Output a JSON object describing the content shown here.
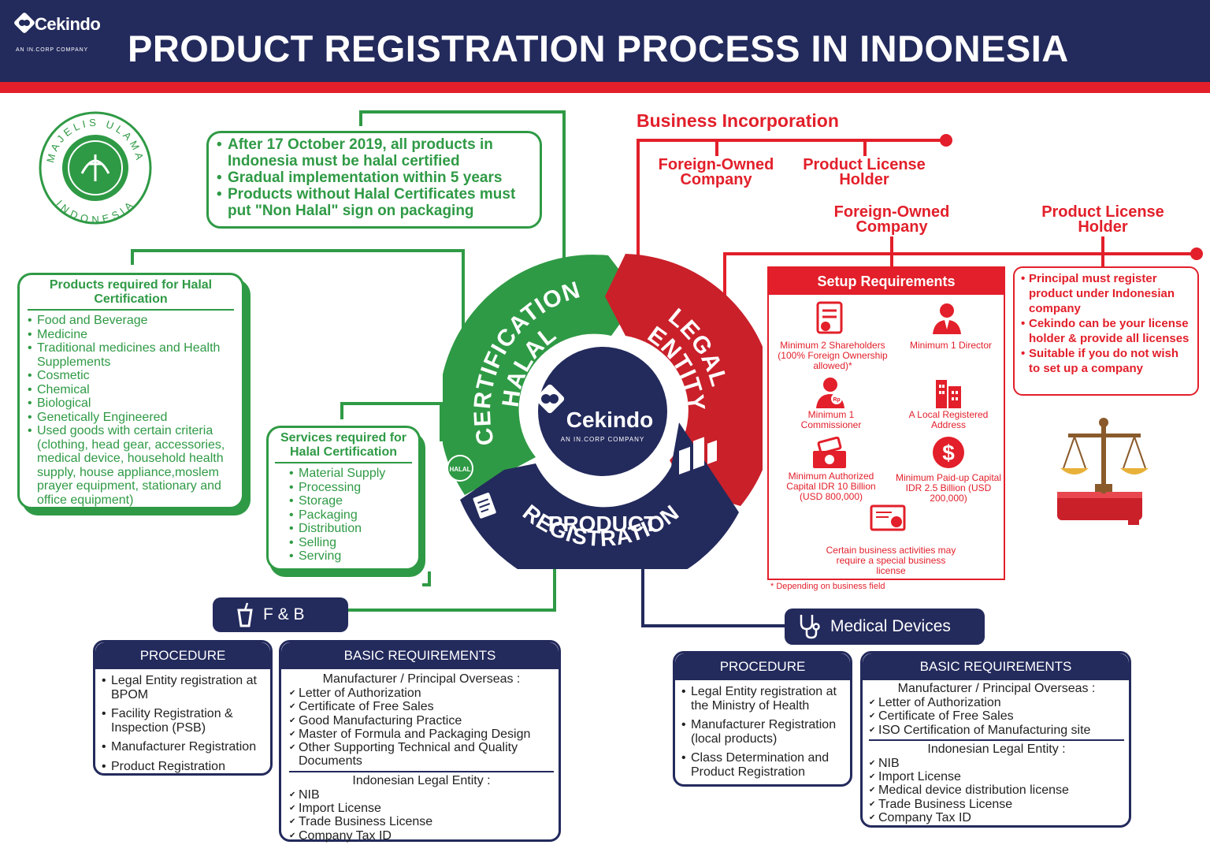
{
  "header": {
    "title": "PRODUCT REGISTRATION PROCESS IN INDONESIA",
    "logo_word": "Cekindo",
    "logo_sub": "AN IN.CORP COMPANY"
  },
  "mui_logo": {
    "top_text": "MAJELIS ULAMA",
    "bottom_text": "INDONESIA"
  },
  "halal_note": {
    "items": [
      "After 17 October 2019, all products in Indonesia must be halal certified",
      "Gradual implementation within 5 years",
      "Products without Halal Certificates must put \"Non Halal\" sign on packaging"
    ]
  },
  "products_required": {
    "title": "Products required for Halal Certification",
    "items": [
      "Food and Beverage",
      "Medicine",
      "Traditional medicines and Health Supplements",
      "Cosmetic",
      "Chemical",
      "Biological",
      "Genetically Engineered",
      "Used goods with certain criteria (clothing, head gear, accessories, medical device, household health supply, house appliance,moslem prayer equipment, stationary and office equipment)"
    ]
  },
  "services_required": {
    "title": "Services required for Halal Certification",
    "items": [
      "Material Supply",
      "Processing",
      "Storage",
      "Packaging",
      "Distribution",
      "Selling",
      "Serving"
    ]
  },
  "wheel": {
    "halal_line1": "HALAL",
    "halal_line2": "CERTIFICATION",
    "legal_line1": "LEGAL",
    "legal_line2": "ENTITY",
    "product_line1": "PRODUCT",
    "product_line2": "REGISTRATION",
    "center_word": "Cekindo",
    "center_sub": "AN IN.CORP COMPANY",
    "halal_badge": "HALAL",
    "colors": {
      "green": "#2f9a45",
      "red": "#e21f2a",
      "navy": "#232a5c"
    }
  },
  "business": {
    "title": "Business Incorporation",
    "opt1": "Foreign-Owned Company",
    "opt2": "Product License Holder",
    "opt3": "Foreign-Owned Company",
    "opt4": "Product License Holder"
  },
  "setup": {
    "title": "Setup Requirements",
    "req1": "Minimum 2 Shareholders (100% Foreign Ownership allowed)*",
    "req2": "Minimum 1 Director",
    "req3": "Minimum 1 Commissioner",
    "req4": "A Local Registered Address",
    "req5": "Minimum Authorized Capital IDR 10 Billion (USD 800,000)",
    "req6": "Minimum Paid-up Capital IDR 2.5 Billion (USD 200,000)",
    "req7": "Certain business activities may require a special business license",
    "footnote": "* Depending on business field",
    "rp_symbol": "Rp"
  },
  "license_holder": {
    "items": [
      "Principal must register product under Indonesian company",
      "Cekindo can be your license holder & provide all licenses",
      "Suitable if you do not wish to set up a company"
    ]
  },
  "fnb": {
    "tag": "F & B",
    "procedure_title": "PROCEDURE",
    "procedure": [
      "Legal Entity registration at BPOM",
      "Facility Registration & Inspection (PSB)",
      "Manufacturer Registration",
      "Product Registration"
    ],
    "requirements_title": "BASIC REQUIREMENTS",
    "manufacturer_title": "Manufacturer / Principal Overseas :",
    "manufacturer_items": [
      "Letter of Authorization",
      "Certificate of Free Sales",
      "Good Manufacturing Practice",
      "Master of Formula and Packaging Design",
      "Other Supporting Technical and Quality Documents"
    ],
    "entity_title": "Indonesian Legal Entity :",
    "entity_items": [
      "NIB",
      "Import License",
      "Trade Business License",
      "Company Tax ID"
    ]
  },
  "medical": {
    "tag": "Medical Devices",
    "procedure_title": "PROCEDURE",
    "procedure": [
      "Legal Entity registration at the Ministry of Health",
      "Manufacturer Registration (local products)",
      "Class Determination and Product Registration"
    ],
    "requirements_title": "BASIC REQUIREMENTS",
    "manufacturer_title": "Manufacturer / Principal Overseas :",
    "manufacturer_items": [
      "Letter of Authorization",
      "Certificate of Free Sales",
      "ISO Certification of Manufacturing site"
    ],
    "entity_title": "Indonesian Legal Entity :",
    "entity_items": [
      "NIB",
      "Import License",
      "Medical device distribution license",
      "Trade Business License",
      "Company Tax ID"
    ]
  }
}
